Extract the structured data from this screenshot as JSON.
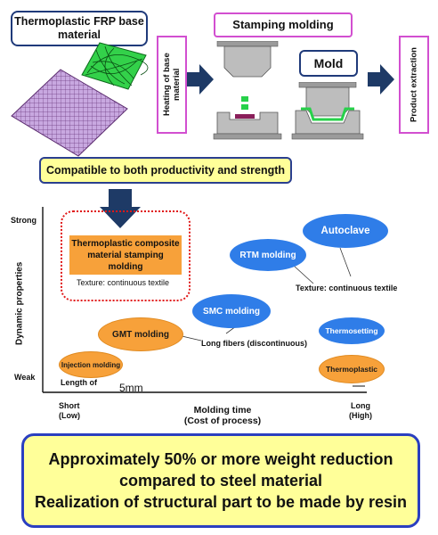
{
  "top": {
    "base_material_label": "Thermoplastic FRP base material",
    "heating_label": "Heating of base material",
    "stamping_label": "Stamping molding",
    "mold_label": "Mold",
    "extraction_label": "Product extraction"
  },
  "compatible_label": "Compatible to both productivity and strength",
  "chart": {
    "y_axis_title": "Dynamic properties",
    "y_top": "Strong",
    "y_bottom": "Weak",
    "x_axis_title": "Molding time",
    "x_axis_subtitle": "(Cost of process)",
    "x_left_1": "Short",
    "x_left_2": "(Low)",
    "x_right_1": "Long",
    "x_right_2": "(High)",
    "highlight": "Thermoplastic composite material stamping molding",
    "texture_left": "Texture: continuous textile",
    "autoclave": "Autoclave",
    "rtm": "RTM molding",
    "texture_right": "Texture: continuous textile",
    "smc": "SMC molding",
    "gmt": "GMT molding",
    "long_fibers": "Long fibers (discontinuous)",
    "thermosetting": "Thermosetting",
    "injection": "Injection molding",
    "thermoplastic": "Thermoplastic",
    "length_of": "Length of",
    "five_mm": "5mm"
  },
  "bottom": {
    "line1": "Approximately 50% or more weight reduction",
    "line2": "compared to steel material",
    "line3": "Realization of structural part to be made by resin"
  },
  "colors": {
    "accent_blue": "#2f7de8",
    "accent_orange": "#f7a13a",
    "highlight_yellow": "#ffff99",
    "navy": "#1f3a7a"
  }
}
